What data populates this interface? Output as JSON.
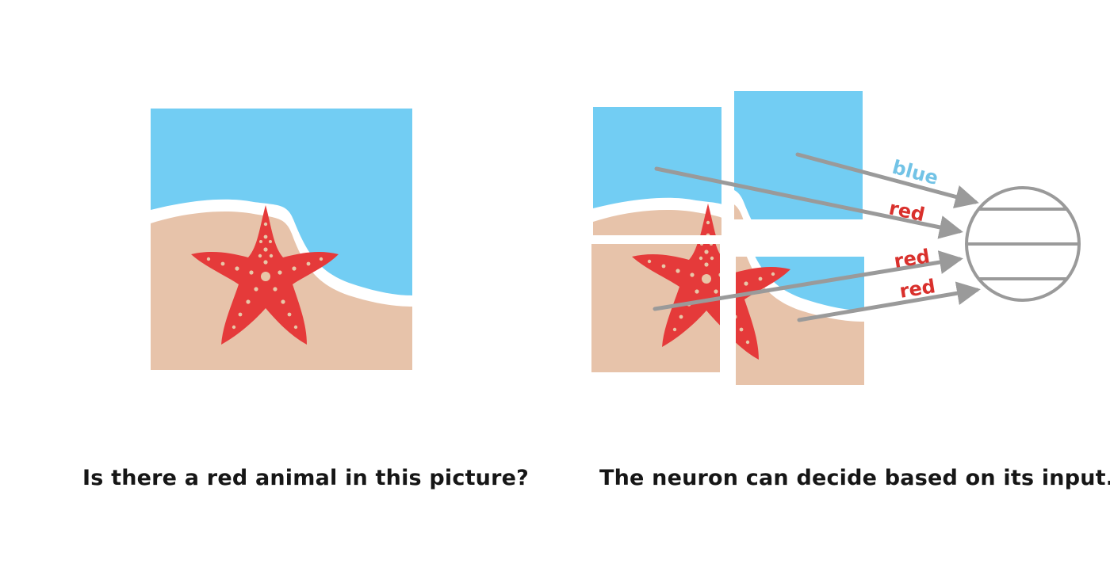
{
  "captions": {
    "left": "Is there a red animal in this picture?",
    "right": "The neuron can decide based on its input."
  },
  "arrow_labels": [
    "blue",
    "red",
    "red",
    "red"
  ],
  "colors": {
    "sky": "#72cdf3",
    "sand": "#e7c3aa",
    "foam": "#ffffff",
    "starfish": "#e53a3a",
    "starfish_dots": "#e8c7a8",
    "arrow": "#9a9a9a",
    "label_blue": "#72c3e6",
    "label_red": "#d9302c",
    "text": "#161616"
  },
  "icons": {
    "starfish": "starfish-icon",
    "neuron": "neuron-icon"
  }
}
